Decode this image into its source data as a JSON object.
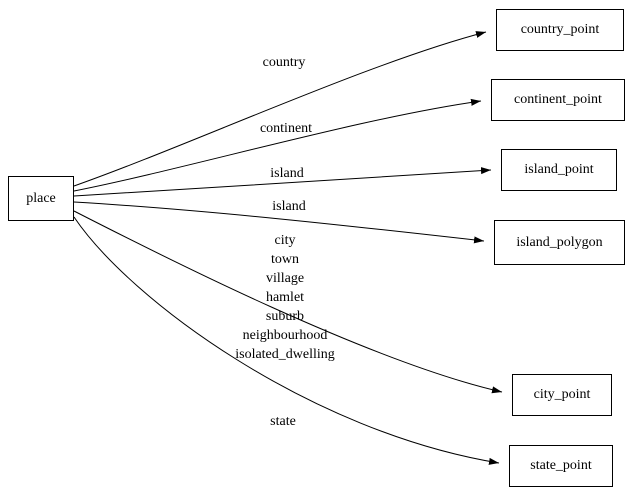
{
  "diagram": {
    "place": {
      "label": "place"
    },
    "nodes": [
      {
        "label": "country_point"
      },
      {
        "label": "continent_point"
      },
      {
        "label": "island_point"
      },
      {
        "label": "island_polygon"
      },
      {
        "label": "city_point"
      },
      {
        "label": "state_point"
      }
    ],
    "edges": [
      {
        "label": "country",
        "source": "place",
        "target": "country_point"
      },
      {
        "label": "continent",
        "source": "place",
        "target": "continent_point"
      },
      {
        "label": "island",
        "source": "place",
        "target": "island_point"
      },
      {
        "label": "island",
        "source": "place",
        "target": "island_polygon"
      },
      {
        "label_lines": [
          "city",
          "town",
          "village",
          "hamlet",
          "suburb",
          "neighbourhood",
          "isolated_dwelling"
        ],
        "source": "place",
        "target": "city_point"
      },
      {
        "label": "state",
        "source": "place",
        "target": "state_point"
      }
    ],
    "colors": {
      "background": "#ffffff",
      "node_border": "#000000",
      "edge": "#000000",
      "text": "#000000"
    }
  }
}
